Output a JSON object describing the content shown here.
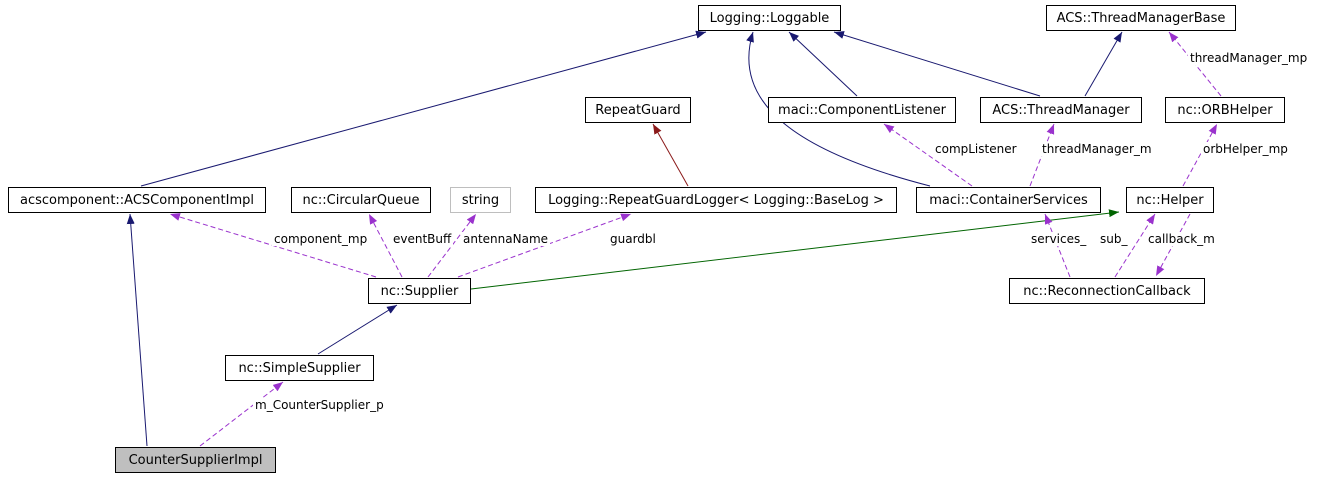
{
  "diagram": {
    "type": "doxygen-collaboration-graph",
    "colors": {
      "public_inheritance": "#191970",
      "protected_inheritance": "#006400",
      "private_inheritance": "#8b1a1a",
      "usage": "#9a32cd",
      "node_border": "#000000",
      "node_background": "#ffffff",
      "external_node_border": "#bebebe",
      "current_node_background": "#bfbfbf"
    },
    "nodes": {
      "loggable": {
        "label": "Logging::Loggable"
      },
      "threadManagerBase": {
        "label": "ACS::ThreadManagerBase"
      },
      "repeatGuard": {
        "label": "RepeatGuard"
      },
      "componentListener": {
        "label": "maci::ComponentListener"
      },
      "threadManager": {
        "label": "ACS::ThreadManager"
      },
      "orbHelper": {
        "label": "nc::ORBHelper"
      },
      "acsComponentImpl": {
        "label": "acscomponent::ACSComponentImpl"
      },
      "circularQueue": {
        "label": "nc::CircularQueue"
      },
      "string": {
        "label": "string"
      },
      "repeatGuardLogger": {
        "label": "Logging::RepeatGuardLogger< Logging::BaseLog >"
      },
      "containerServices": {
        "label": "maci::ContainerServices"
      },
      "helper": {
        "label": "nc::Helper"
      },
      "supplier": {
        "label": "nc::Supplier"
      },
      "reconnectionCallback": {
        "label": "nc::ReconnectionCallback"
      },
      "simpleSupplier": {
        "label": "nc::SimpleSupplier"
      },
      "counterSupplierImpl": {
        "label": "CounterSupplierImpl"
      }
    },
    "edges": [
      {
        "from": "acscomponent::ACSComponentImpl",
        "to": "Logging::Loggable",
        "type": "public-inheritance"
      },
      {
        "from": "maci::ComponentListener",
        "to": "Logging::Loggable",
        "type": "public-inheritance"
      },
      {
        "from": "ACS::ThreadManager",
        "to": "Logging::Loggable",
        "type": "public-inheritance"
      },
      {
        "from": "ACS::ThreadManager",
        "to": "ACS::ThreadManagerBase",
        "type": "public-inheritance"
      },
      {
        "from": "maci::ContainerServices",
        "to": "Logging::Loggable",
        "type": "public-inheritance"
      },
      {
        "from": "nc::SimpleSupplier",
        "to": "nc::Supplier",
        "type": "public-inheritance"
      },
      {
        "from": "CounterSupplierImpl",
        "to": "acscomponent::ACSComponentImpl",
        "type": "public-inheritance"
      },
      {
        "from": "nc::Supplier",
        "to": "nc::Helper",
        "type": "protected-inheritance"
      },
      {
        "from": "Logging::RepeatGuardLogger< Logging::BaseLog >",
        "to": "RepeatGuard",
        "type": "private-inheritance"
      },
      {
        "from": "nc::Supplier",
        "to": "acscomponent::ACSComponentImpl",
        "type": "usage",
        "label": "component_mp"
      },
      {
        "from": "nc::Supplier",
        "to": "nc::CircularQueue",
        "type": "usage",
        "label": "eventBuff"
      },
      {
        "from": "nc::Supplier",
        "to": "string",
        "type": "usage",
        "label": "antennaName"
      },
      {
        "from": "nc::Supplier",
        "to": "Logging::RepeatGuardLogger< Logging::BaseLog >",
        "type": "usage",
        "label": "guardbl"
      },
      {
        "from": "maci::ContainerServices",
        "to": "maci::ComponentListener",
        "type": "usage",
        "label": "compListener"
      },
      {
        "from": "maci::ContainerServices",
        "to": "ACS::ThreadManager",
        "type": "usage",
        "label": "threadManager_m"
      },
      {
        "from": "nc::ORBHelper",
        "to": "ACS::ThreadManagerBase",
        "type": "usage",
        "label": "threadManager_mp"
      },
      {
        "from": "nc::Helper",
        "to": "nc::ORBHelper",
        "type": "usage",
        "label": "orbHelper_mp"
      },
      {
        "from": "nc::ReconnectionCallback",
        "to": "maci::ContainerServices",
        "type": "usage",
        "label": "services_"
      },
      {
        "from": "nc::ReconnectionCallback",
        "to": "nc::Helper",
        "type": "usage",
        "label": "sub_"
      },
      {
        "from": "nc::Helper",
        "to": "nc::ReconnectionCallback",
        "type": "usage",
        "label": "callback_m"
      },
      {
        "from": "CounterSupplierImpl",
        "to": "nc::SimpleSupplier",
        "type": "usage",
        "label": "m_CounterSupplier_p"
      }
    ]
  }
}
